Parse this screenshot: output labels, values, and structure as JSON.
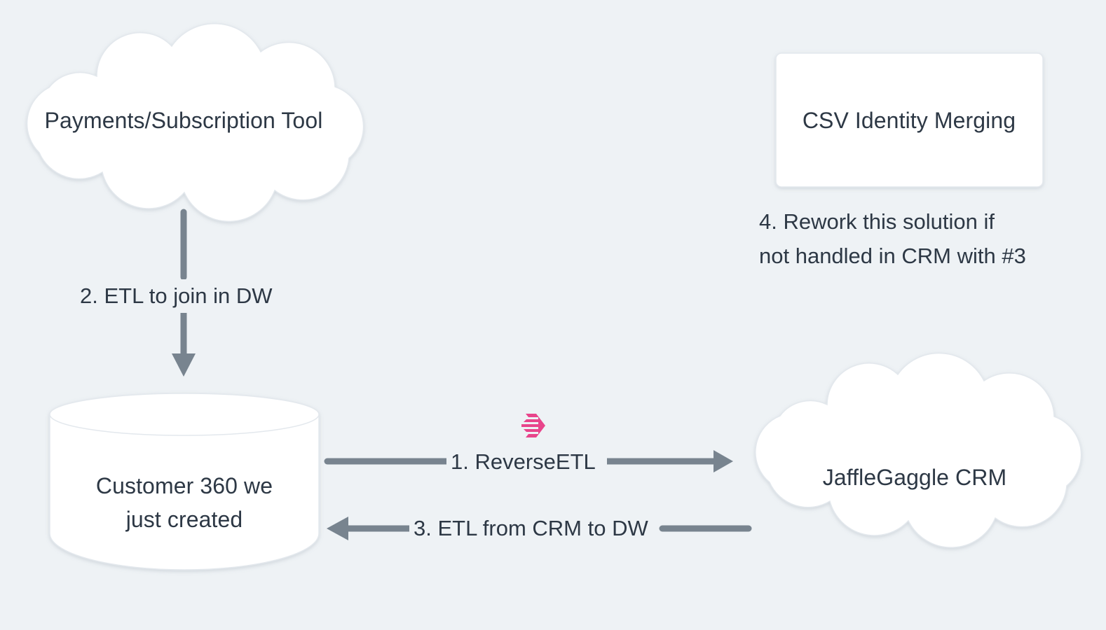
{
  "diagram": {
    "title": "Customer data flow between payments tool, warehouse and CRM",
    "background_color": "#eef2f5",
    "node_fill": "#ffffff",
    "text_color": "#2d3845",
    "edge_color": "#78848f",
    "accent_color": "#e8458b"
  },
  "nodes": {
    "payments_cloud": {
      "label": "Payments/Subscription Tool",
      "shape": "cloud"
    },
    "warehouse_cylinder": {
      "label": "Customer 360 we\njust created",
      "shape": "cylinder"
    },
    "crm_cloud": {
      "label": "JaffleGaggle CRM",
      "shape": "cloud"
    },
    "csv_box": {
      "label": "CSV Identity Merging",
      "shape": "rounded-rectangle"
    }
  },
  "edges": [
    {
      "id": "reverse-etl",
      "label": "1. ReverseETL",
      "from": "warehouse_cylinder",
      "to": "crm_cloud",
      "direction": "right"
    },
    {
      "id": "etl-join-dw",
      "label": "2. ETL to join in DW",
      "from": "payments_cloud",
      "to": "warehouse_cylinder",
      "direction": "down"
    },
    {
      "id": "etl-crm-to-dw",
      "label": "3. ETL from CRM to DW",
      "from": "crm_cloud",
      "to": "warehouse_cylinder",
      "direction": "left"
    }
  ],
  "annotations": {
    "rework_note": "4. Rework this solution if\nnot handled in CRM with #3"
  },
  "icons": {
    "hightouch_logo": "hightouch-logo-icon"
  }
}
